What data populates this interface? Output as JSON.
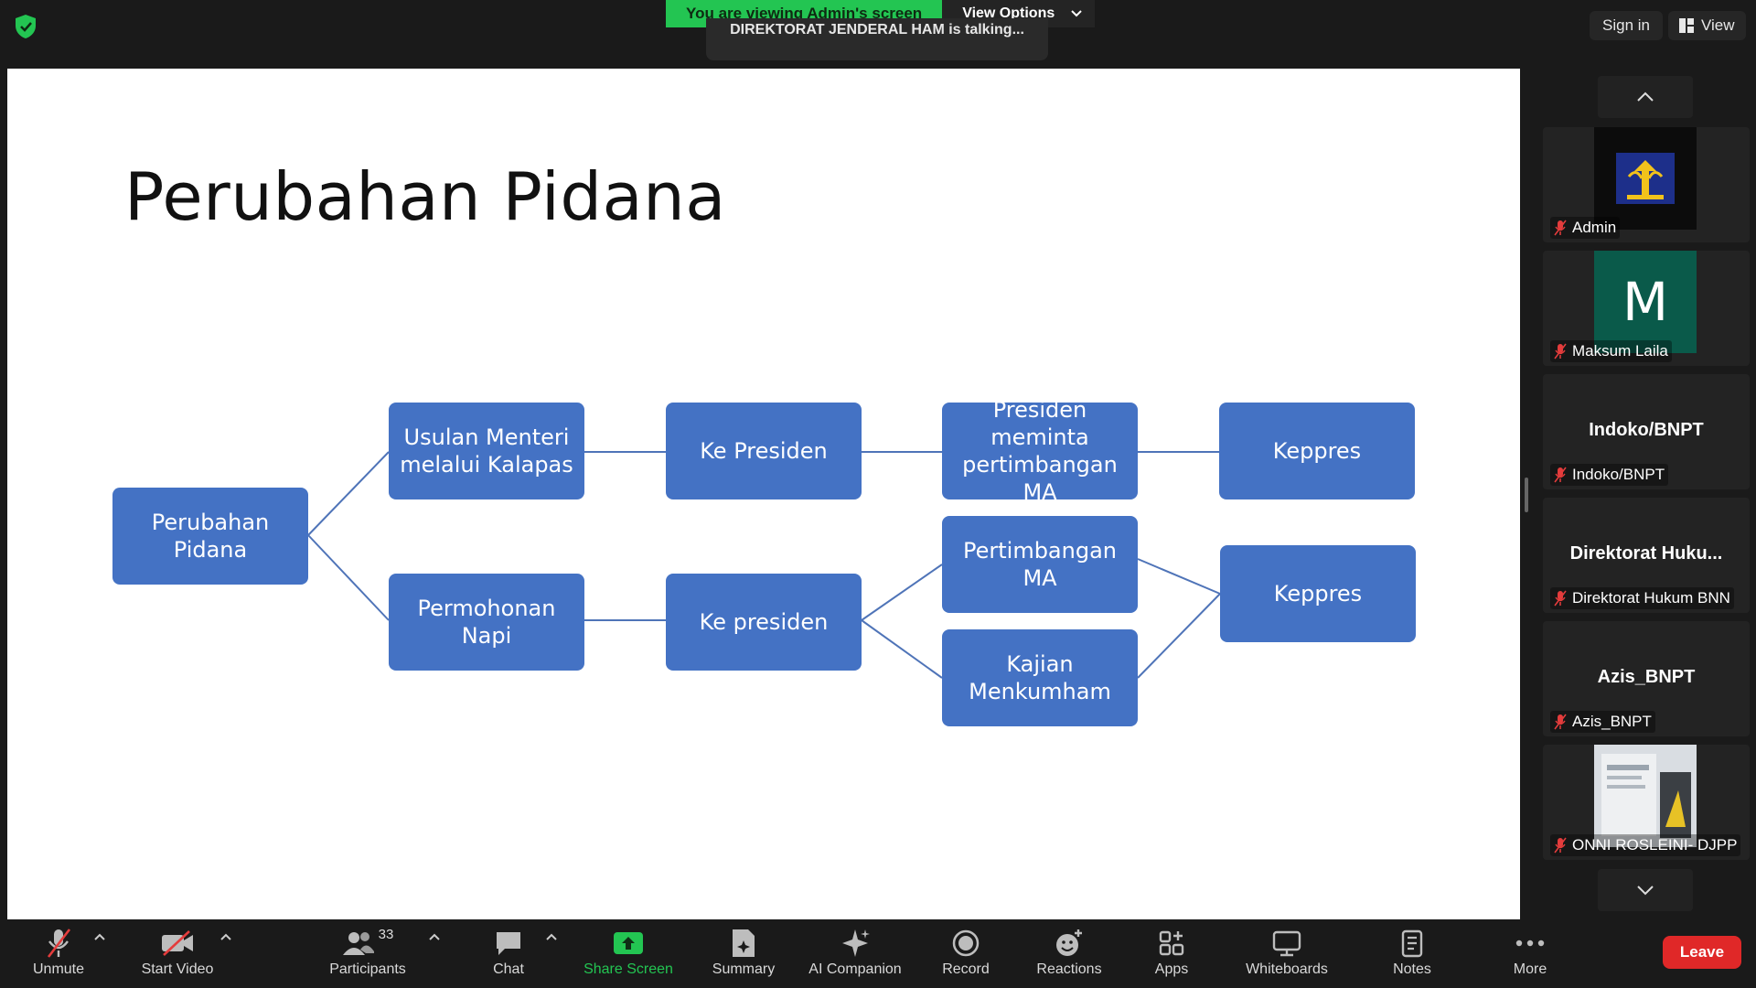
{
  "banner": {
    "viewing_text": "You are viewing Admin's screen",
    "view_options_label": "View Options",
    "talking_text": "DIREKTORAT JENDERAL HAM is talking..."
  },
  "header": {
    "signin_label": "Sign in",
    "view_label": "View"
  },
  "slide": {
    "title": "Perubahan Pidana",
    "boxes": {
      "root": "Perubahan Pidana",
      "usulan": "Usulan Menteri melalui Kalapas",
      "ke_presiden_1": "Ke Presiden",
      "presiden_meminta": "Presiden meminta pertimbangan MA",
      "keppres_1": "Keppres",
      "permohonan": "Permohonan Napi",
      "ke_presiden_2": "Ke presiden",
      "pertimbangan_ma": "Pertimbangan MA",
      "kajian": "Kajian Menkumham",
      "keppres_2": "Keppres"
    }
  },
  "gallery": {
    "participants": [
      {
        "name": "Admin",
        "big_name": ""
      },
      {
        "name": "Maksum Laila",
        "big_name": "",
        "avatar_letter": "M"
      },
      {
        "name": "Indoko/BNPT",
        "big_name": "Indoko/BNPT"
      },
      {
        "name": "Direktorat Hukum BNN",
        "big_name": "Direktorat  Huku..."
      },
      {
        "name": "Azis_BNPT",
        "big_name": "Azis_BNPT"
      },
      {
        "name": "ONNI ROSLEINI- DJPP",
        "big_name": ""
      }
    ]
  },
  "toolbar": {
    "unmute": "Unmute",
    "start_video": "Start Video",
    "participants": "Participants",
    "participants_count": "33",
    "chat": "Chat",
    "share_screen": "Share Screen",
    "summary": "Summary",
    "ai_companion": "AI Companion",
    "record": "Record",
    "reactions": "Reactions",
    "apps": "Apps",
    "whiteboards": "Whiteboards",
    "notes": "Notes",
    "more": "More",
    "leave": "Leave"
  },
  "colors": {
    "box_fill": "#4472c4",
    "banner_green": "#23c552",
    "leave_red": "#e02828",
    "avatar_teal": "#0a5a4a"
  }
}
